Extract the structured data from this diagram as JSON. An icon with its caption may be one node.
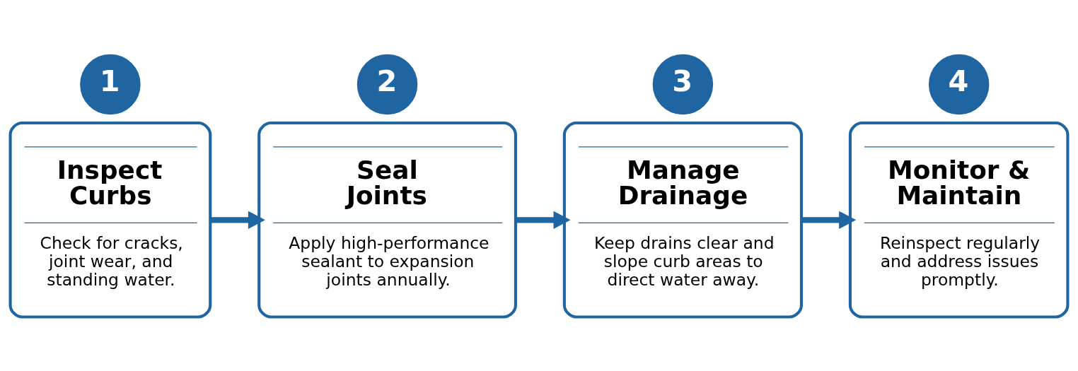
{
  "diagram": {
    "nodes": [
      {
        "text": [
          "1"
        ]
      },
      {
        "text": [
          "Inspect Curbs",
          "Check for cracks, joint wear, and standing water."
        ]
      },
      {
        "text": [
          "2"
        ]
      },
      {
        "text": [
          "Seal Joints",
          "Apply high-performance sealant to expansion joints annually."
        ]
      },
      {
        "text": [
          "3"
        ]
      },
      {
        "text": [
          "Manage Drainage",
          "Keep drains clear and slope curb areas to direct water away."
        ]
      },
      {
        "text": [
          "4"
        ]
      },
      {
        "text": [
          "Monitor & Maintain",
          "Reinspect regularly and address issues promptly."
        ]
      }
    ],
    "edges": [
      {
        "from": 1,
        "to": 3,
        "arrow": "to"
      },
      {
        "from": 3,
        "to": 5,
        "arrow": "to"
      },
      {
        "from": 5,
        "to": 7,
        "arrow": "to"
      }
    ]
  }
}
